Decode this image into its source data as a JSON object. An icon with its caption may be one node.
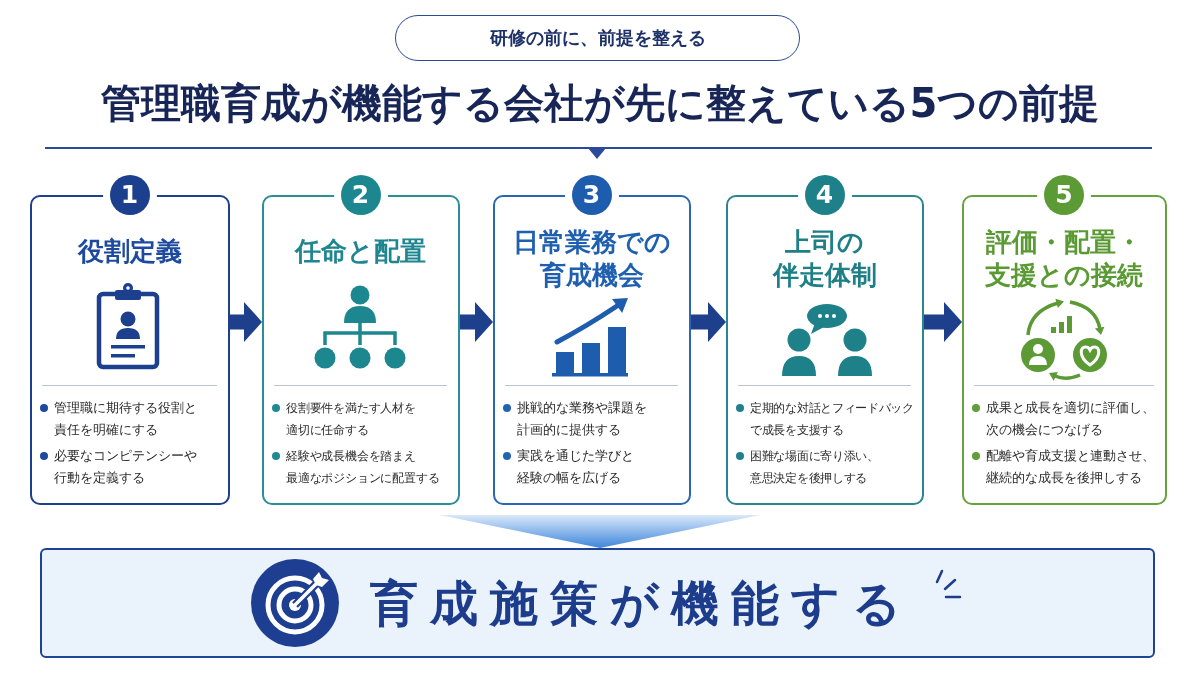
{
  "diagram": {
    "title": "管理職育成が機能する会社が先に整えている**5**つの前提",
    "nodes": [
      {
        "text": [
          "研修の前に、前提を整える"
        ]
      },
      {
        "text": [
          "1",
          "役割定義",
          "管理職に期待する役割と責任を明確にする",
          "必要なコンピテンシーや行動を定義する"
        ]
      },
      {
        "text": [
          "2",
          "任命と配置",
          "役割要件を満たす人材を適切に任命する",
          "経験や成長機会を踏まえ最適なポジションに配置する"
        ]
      },
      {
        "text": [
          "3",
          "日常業務での育成機会",
          "挑戦的な業務や課題を計画的に提供する",
          "実践を通じた学びと経験の幅を広げる"
        ]
      },
      {
        "text": [
          "4",
          "上司の伴走体制",
          "定期的な対話とフィードバックで成長を支援する",
          "困難な場面に寄り添い、意思決定を後押しする"
        ]
      },
      {
        "text": [
          "5",
          "評価・配置・支援との接続",
          "成果と成長を適切に評価し、次の機会につなげる",
          "配離や育成支援と連動させ、継続的な成長を後押しする"
        ]
      },
      {
        "text": [
          "育成施策が機能する"
        ]
      }
    ],
    "edges": [
      {
        "from": 1,
        "to": 2,
        "arrow": "to"
      },
      {
        "from": 2,
        "to": 3,
        "arrow": "to"
      },
      {
        "from": 3,
        "to": 4,
        "arrow": "to"
      },
      {
        "from": 4,
        "to": 5,
        "arrow": "to"
      },
      {
        "from": null,
        "to": 6,
        "arrow": "to"
      }
    ]
  }
}
